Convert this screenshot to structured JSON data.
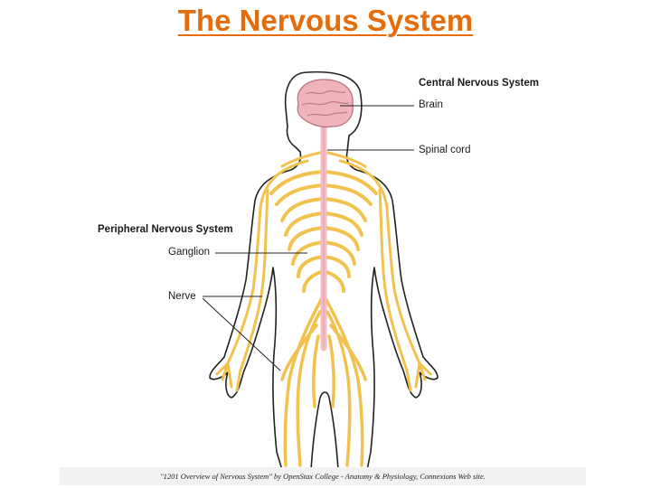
{
  "title": "The Nervous System",
  "labels": {
    "cns_heading": "Central Nervous System",
    "brain": "Brain",
    "spinal_cord": "Spinal cord",
    "pns_heading": "Peripheral Nervous System",
    "ganglion": "Ganglion",
    "nerve": "Nerve"
  },
  "caption": "\"1201 Overview of Nervous System\" by OpenStax College - Anatomy & Physiology, Connexions Web site.",
  "colors": {
    "title": "#e46c0a",
    "nerve": "#f2c24f",
    "brain": "#f0b3bb",
    "cord": "#f3bcc3",
    "outline": "#222222"
  }
}
